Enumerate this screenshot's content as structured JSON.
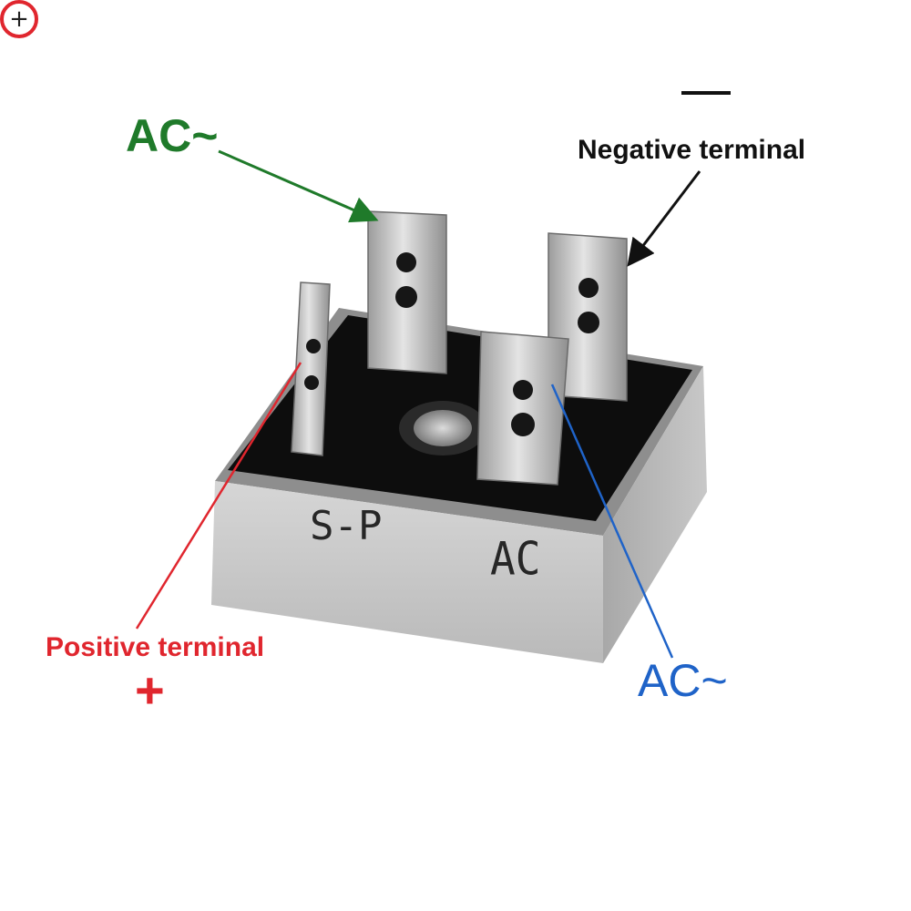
{
  "labels": {
    "ac_top": "AC~",
    "negative_symbol": "—",
    "negative_terminal": "Negative terminal",
    "positive_terminal": "Positive terminal",
    "positive_symbol": "+",
    "ac_right": "AC~"
  },
  "body_marks": {
    "logo": "S-P",
    "ac": "AC",
    "plus": "+"
  },
  "colors": {
    "ac_top": "#1f7a2a",
    "negative": "#111111",
    "positive": "#e0262e",
    "ac_right": "#1f63c8"
  }
}
